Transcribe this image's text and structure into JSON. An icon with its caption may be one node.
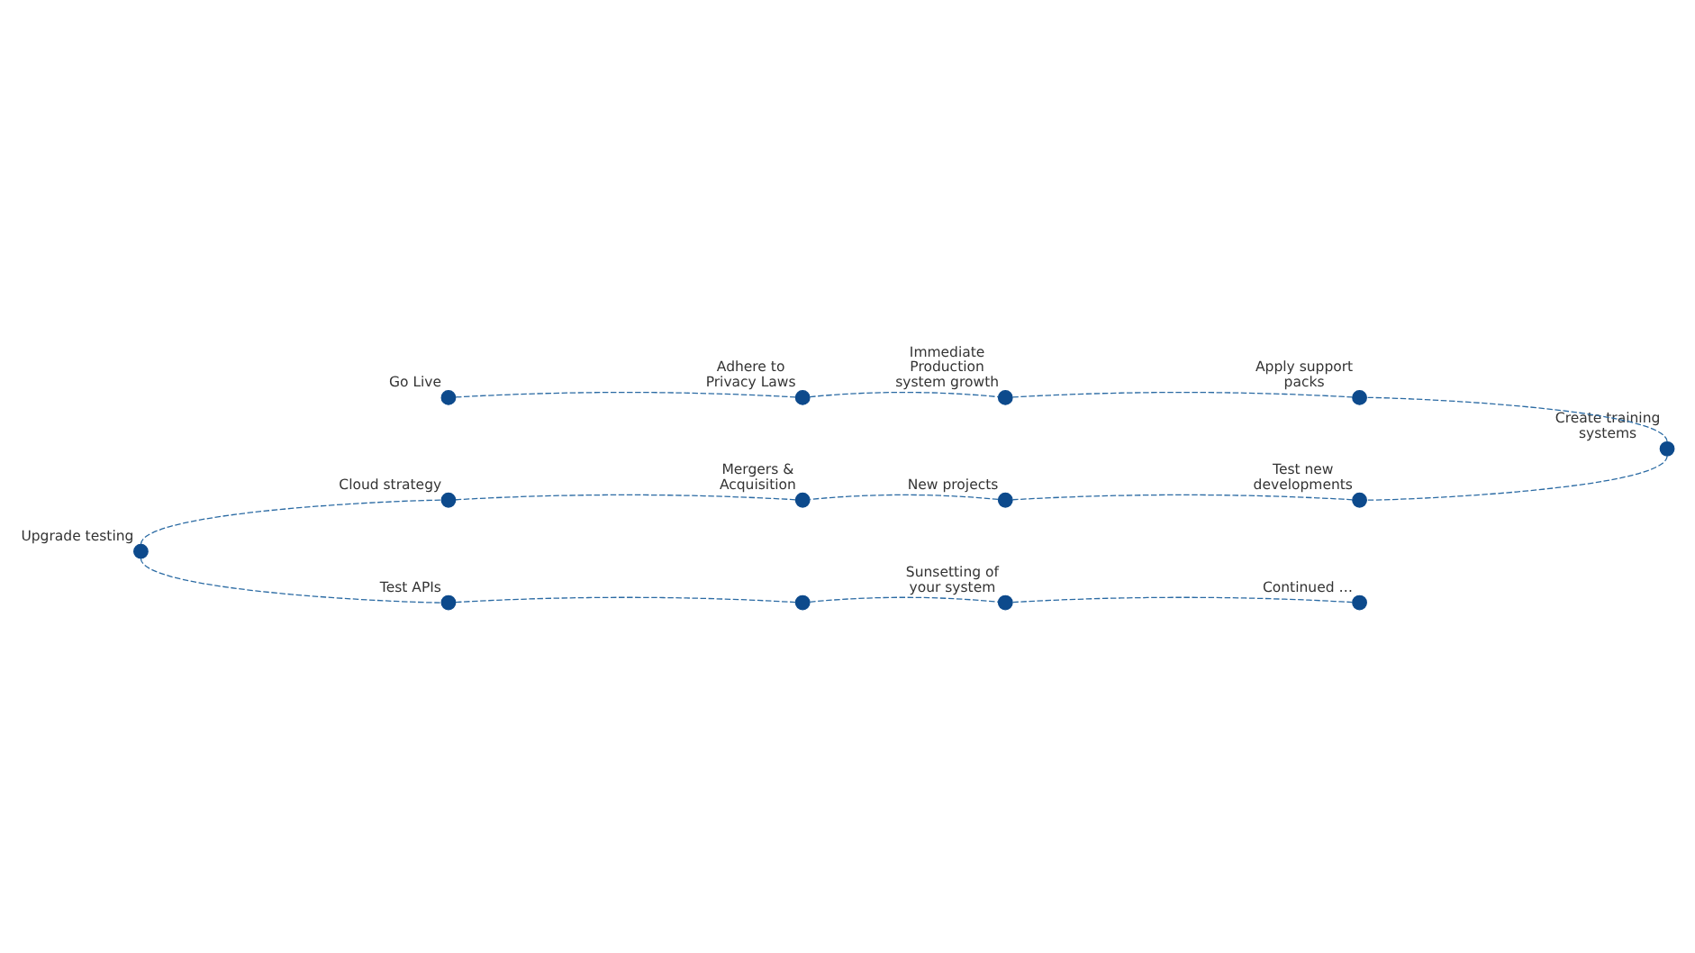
{
  "diagram": {
    "nodes": [
      {
        "text": [],
        "shape": "circle",
        "beside": [
          "Go Live"
        ]
      },
      {
        "text": [],
        "shape": "circle",
        "beside": [
          "Adhere to Privacy Laws"
        ]
      },
      {
        "text": [],
        "shape": "circle",
        "beside": [
          "Immediate Production system growth"
        ]
      },
      {
        "text": [],
        "shape": "circle",
        "beside": [
          "Apply support packs"
        ]
      },
      {
        "text": [],
        "shape": "circle",
        "beside": [
          "Create training systems"
        ]
      },
      {
        "text": [],
        "shape": "circle",
        "beside": [
          "Test new developments"
        ]
      },
      {
        "text": [],
        "shape": "circle",
        "beside": [
          "New projects"
        ]
      },
      {
        "text": [],
        "shape": "circle",
        "beside": [
          "Mergers & Acquisition"
        ]
      },
      {
        "text": [],
        "shape": "circle",
        "beside": [
          "Cloud strategy"
        ]
      },
      {
        "text": [],
        "shape": "circle",
        "beside": [
          "Upgrade testing"
        ]
      },
      {
        "text": [],
        "shape": "circle",
        "beside": [
          "Test APIs"
        ]
      },
      {
        "text": [],
        "shape": "circle"
      },
      {
        "text": [],
        "shape": "circle",
        "beside": [
          "Sunsetting of your system"
        ]
      },
      {
        "text": [],
        "shape": "circle",
        "beside": [
          "Continued …"
        ]
      }
    ],
    "edges": [
      {
        "from": 0,
        "to": 1,
        "arrow": "none",
        "style": "dashed"
      },
      {
        "from": 1,
        "to": 2,
        "arrow": "none",
        "style": "dashed"
      },
      {
        "from": 2,
        "to": 3,
        "arrow": "none",
        "style": "dashed"
      },
      {
        "from": 3,
        "to": 4,
        "arrow": "none",
        "style": "dashed"
      },
      {
        "from": 4,
        "to": 5,
        "arrow": "none",
        "style": "dashed"
      },
      {
        "from": 5,
        "to": 6,
        "arrow": "none",
        "style": "dashed"
      },
      {
        "from": 6,
        "to": 7,
        "arrow": "none",
        "style": "dashed"
      },
      {
        "from": 7,
        "to": 8,
        "arrow": "none",
        "style": "dashed"
      },
      {
        "from": 8,
        "to": 9,
        "arrow": "none",
        "style": "dashed"
      },
      {
        "from": 9,
        "to": 10,
        "arrow": "none",
        "style": "dashed"
      },
      {
        "from": 10,
        "to": 11,
        "arrow": "none",
        "style": "dashed"
      },
      {
        "from": 11,
        "to": 12,
        "arrow": "none",
        "style": "dashed"
      },
      {
        "from": 12,
        "to": 13,
        "arrow": "none",
        "style": "dashed"
      }
    ]
  }
}
